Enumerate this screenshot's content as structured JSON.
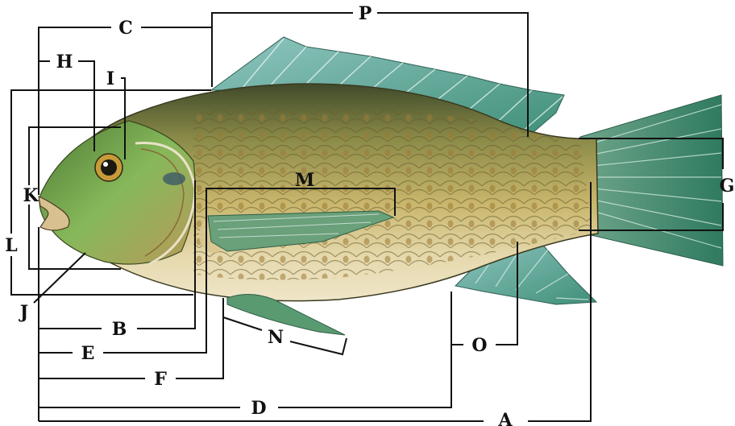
{
  "diagram": {
    "labels": {
      "A": "A",
      "B": "B",
      "C": "C",
      "D": "D",
      "E": "E",
      "F": "F",
      "G": "G",
      "H": "H",
      "I": "I",
      "J": "J",
      "K": "K",
      "L": "L",
      "M": "M",
      "N": "N",
      "O": "O",
      "P": "P"
    },
    "colors": {
      "body_gold": "#c4b26a",
      "body_dark": "#5c6a3a",
      "belly": "#e8dcb4",
      "head_green": "#6fa94a",
      "fin_teal": "#4f9a88",
      "tail_teal": "#3f8a6e",
      "scale_spot": "#9a7a34",
      "line": "#111111"
    }
  }
}
